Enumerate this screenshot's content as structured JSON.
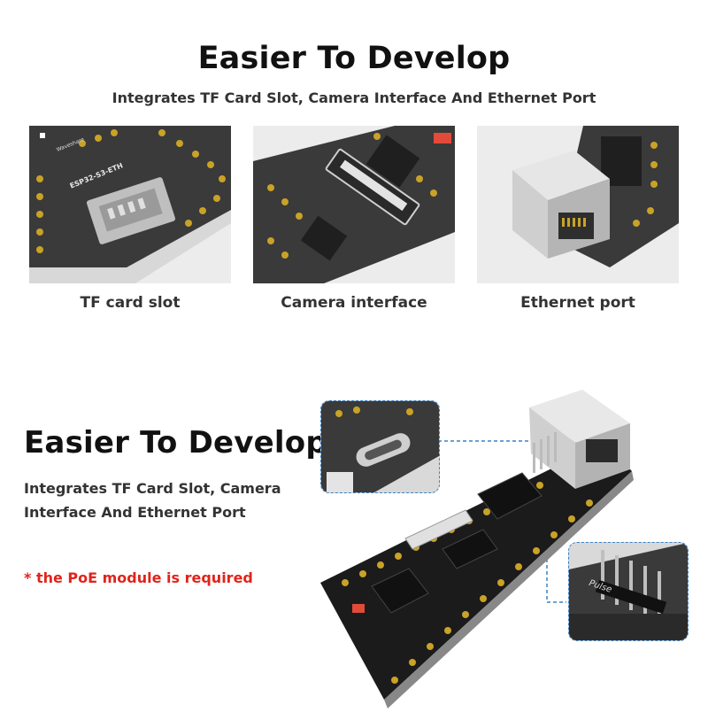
{
  "top": {
    "title": "Easier To Develop",
    "subtitle": "Integrates TF Card Slot, Camera Interface And Ethernet Port",
    "panels": [
      {
        "caption": "TF card slot",
        "board_text": "ESP32-S3-ETH",
        "logo_text": "Waveshare"
      },
      {
        "caption": "Camera interface"
      },
      {
        "caption": "Ethernet port"
      }
    ]
  },
  "bottom": {
    "title": "Easier To Develop",
    "subtitle_line1": "Integrates TF Card Slot, Camera",
    "subtitle_line2": "Interface And Ethernet Port",
    "note": "* the PoE module is required",
    "pulse_text": "Pulse",
    "colors": {
      "note": "#e0241b",
      "callout_border": "#3b82c4",
      "board": "#1b1b1b"
    }
  }
}
